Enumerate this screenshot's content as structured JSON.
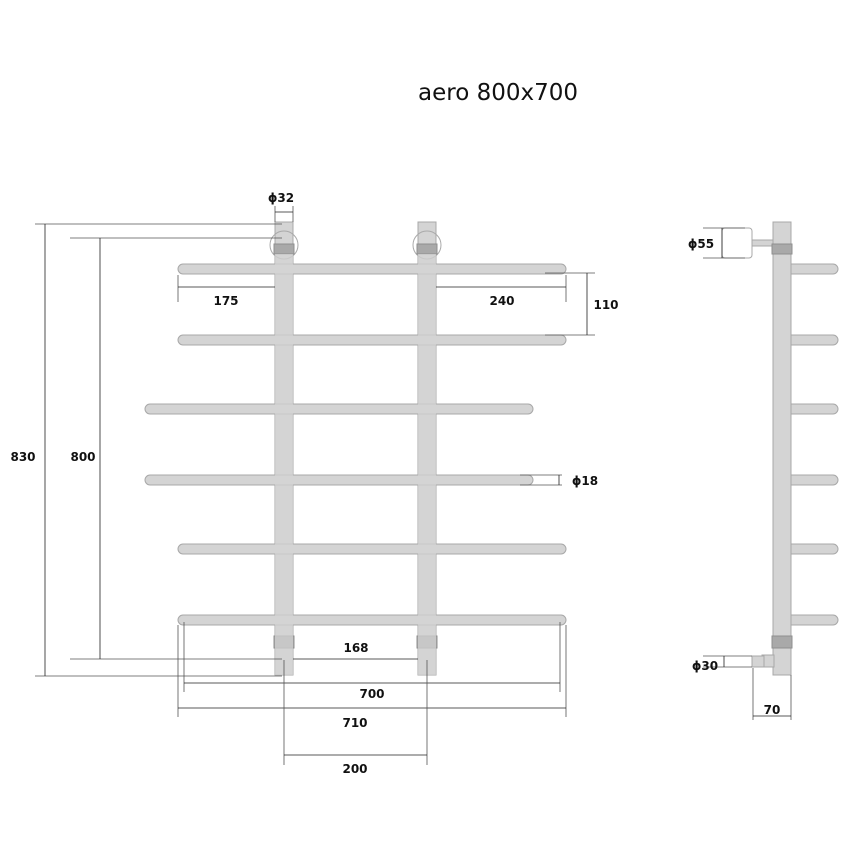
{
  "title": "aero 800x700",
  "dimensions": {
    "pipe_diameter": "ϕ32",
    "total_height": "830",
    "center_height": "800",
    "left_overhang": "175",
    "right_overhang": "240",
    "bar_spacing": "110",
    "bar_diameter": "ϕ18",
    "inner_gap": "168",
    "width_700": "700",
    "width_710": "710",
    "center_distance": "200",
    "top_cap_diameter": "ϕ55",
    "bottom_connector_diameter": "ϕ30",
    "wall_offset": "70"
  },
  "colors": {
    "pipe": "#d4d4d4",
    "band": "#a9a9a9",
    "line": "#222222"
  }
}
